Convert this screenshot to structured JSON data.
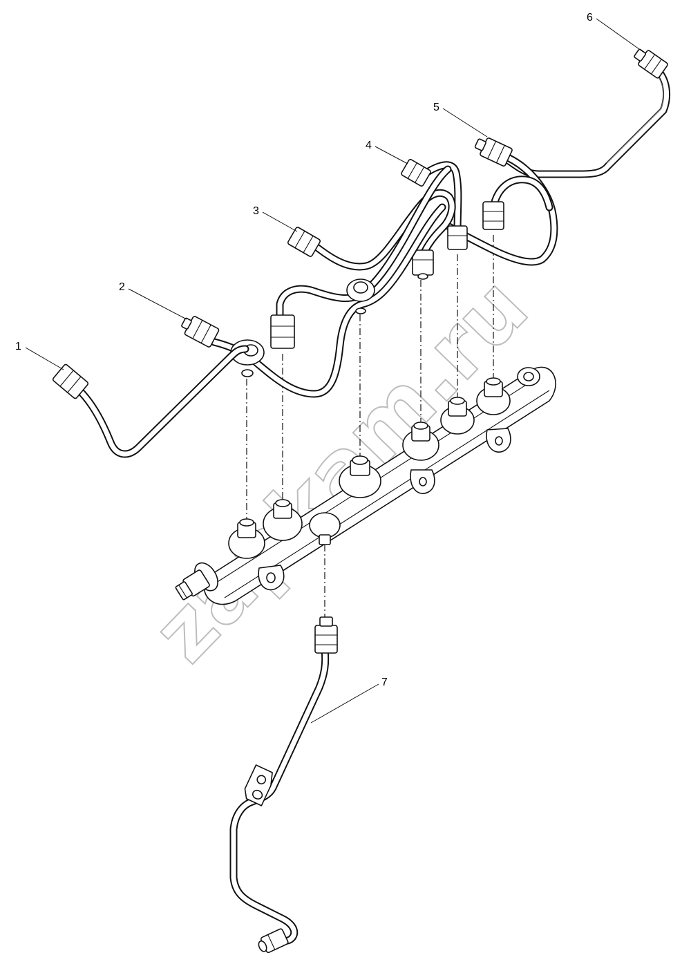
{
  "callouts": [
    {
      "id": "1",
      "label": "1"
    },
    {
      "id": "2",
      "label": "2"
    },
    {
      "id": "3",
      "label": "3"
    },
    {
      "id": "4",
      "label": "4"
    },
    {
      "id": "5",
      "label": "5"
    },
    {
      "id": "6",
      "label": "6"
    },
    {
      "id": "7",
      "label": "7"
    }
  ],
  "watermark": {
    "text": "zapkam.ru"
  }
}
